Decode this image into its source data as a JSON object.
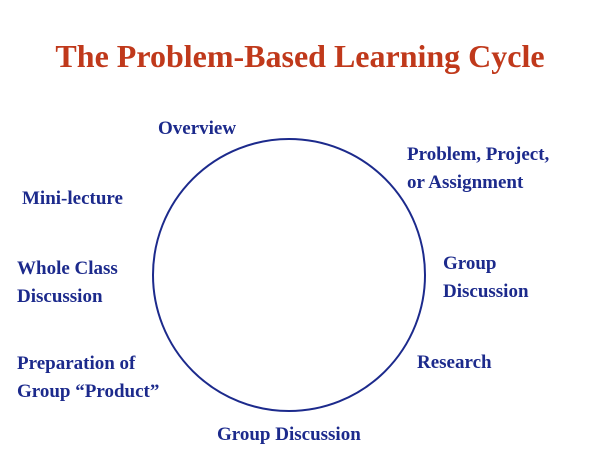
{
  "title": "The Problem-Based Learning Cycle",
  "colors": {
    "title": "#c0391b",
    "labels": "#1c2a8c",
    "circle": "#1c2a8c"
  },
  "steps": [
    {
      "lines": [
        "Overview"
      ]
    },
    {
      "lines": [
        "Problem, Project,",
        "or Assignment"
      ]
    },
    {
      "lines": [
        "Group",
        "Discussion"
      ]
    },
    {
      "lines": [
        "Research"
      ]
    },
    {
      "lines": [
        "Group Discussion"
      ]
    },
    {
      "lines": [
        "Preparation of",
        "Group “Product”"
      ]
    },
    {
      "lines": [
        "Whole Class",
        "Discussion"
      ]
    },
    {
      "lines": [
        "Mini-lecture"
      ]
    }
  ]
}
